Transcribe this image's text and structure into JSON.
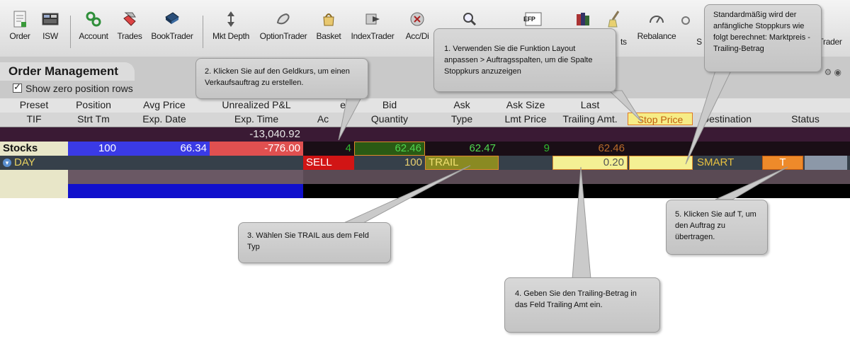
{
  "toolbar": {
    "items": [
      {
        "label": "Order",
        "icon": "order-icon"
      },
      {
        "label": "ISW",
        "icon": "isw-icon"
      },
      {
        "label": "Account",
        "icon": "account-icon"
      },
      {
        "label": "Trades",
        "icon": "trades-icon"
      },
      {
        "label": "BookTrader",
        "icon": "booktrader-icon"
      },
      {
        "label": "Mkt Depth",
        "icon": "market-depth-icon"
      },
      {
        "label": "OptionTrader",
        "icon": "option-trader-icon"
      },
      {
        "label": "Basket",
        "icon": "basket-icon"
      },
      {
        "label": "IndexTrader",
        "icon": "index-trader-icon"
      },
      {
        "label": "Acc/Di",
        "icon": "acc-dis-icon"
      },
      {
        "label": "Rebalance",
        "icon": "rebalance-icon"
      },
      {
        "label": "Trader",
        "icon": "trader-icon"
      }
    ],
    "partial_s": "S",
    "partial_ts": "ts",
    "efp": "EFP"
  },
  "panel": {
    "title": "Order Management",
    "show_zero_label": "Show zero position rows"
  },
  "columns_row1": [
    "Preset",
    "Position",
    "Avg Price",
    "Unrealized P&L",
    "e",
    "Bid",
    "Ask",
    "Ask Size",
    "Last"
  ],
  "columns_row2": [
    "TIF",
    "Strt Tm",
    "Exp. Date",
    "Exp. Time",
    "Ac",
    "Quantity",
    "Type",
    "Lmt Price",
    "Trailing Amt.",
    "Stop Price",
    "Destination",
    "Status"
  ],
  "summary": {
    "total_pnl": "-13,040.92"
  },
  "stock_row": {
    "label": "Stocks",
    "position": "100",
    "avg_price": "66.34",
    "unrealized": "-776.00",
    "bid_size": "4",
    "bid": "62.46",
    "ask": "62.47",
    "ask_size": "9",
    "last": "62.46"
  },
  "order_row": {
    "tif": "DAY",
    "action": "SELL",
    "quantity": "100",
    "type": "TRAIL",
    "trailing_amt": "0.20",
    "destination": "SMART",
    "status": "T"
  },
  "callouts": {
    "c1": "1. Verwenden Sie die Funktion Layout anpassen > Auftragsspalten, um die Spalte Stoppkurs anzuzeigen",
    "c2": "2. Klicken Sie auf den Geldkurs, um einen Verkaufsauftrag zu erstellen.",
    "c3": "3. Wählen Sie TRAIL aus dem Feld Typ",
    "c4": "4. Geben Sie den Trailing-Betrag in das Feld Trailing Amt ein.",
    "c5": "5. Klicken Sie auf T, um den Auftrag zu übertragen.",
    "c_default": "Standardmäßig wird der anfängliche Stoppkurs wie folgt berechnet: Marktpreis - Trailing-Betrag"
  },
  "colors": {
    "position_bg": "#3a3ae6",
    "pnl_bg": "#e05050",
    "sell_bg": "#d11515",
    "trail_bg": "#8a8a22",
    "highlight_yellow": "#f4f094",
    "status_orange": "#ee8a2a"
  }
}
